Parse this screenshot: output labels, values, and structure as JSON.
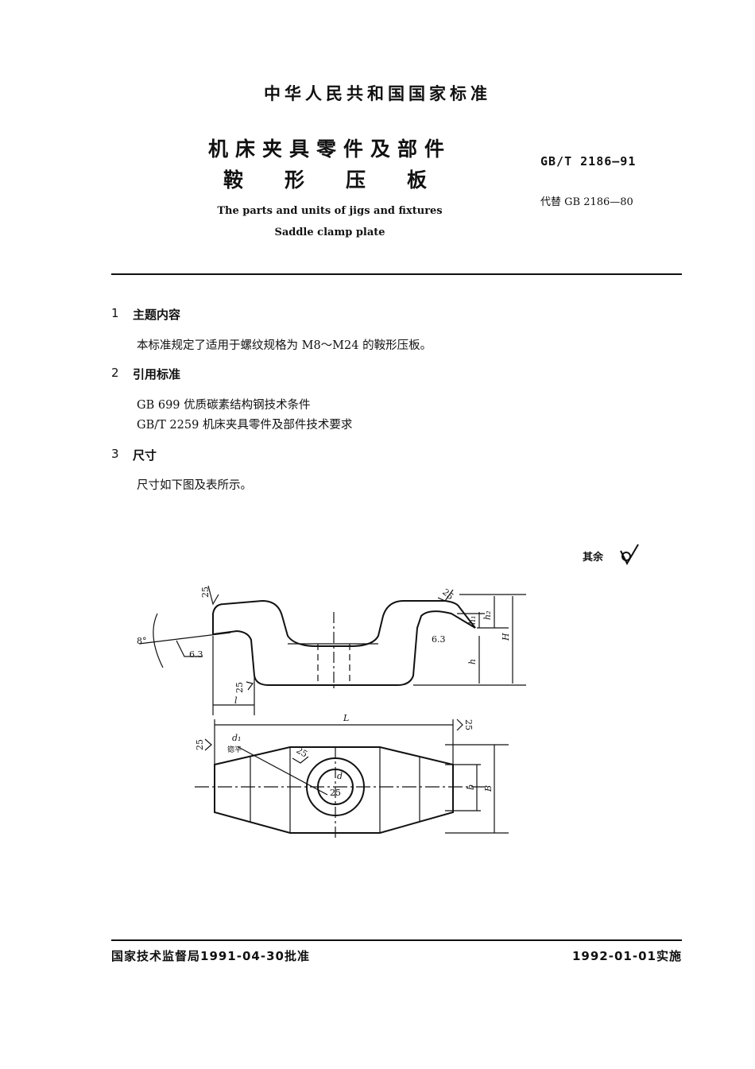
{
  "header": {
    "national_standard": "中华人民共和国国家标准",
    "title_line1": "机床夹具零件及部件",
    "title_line2": "鞍形压板",
    "english_line1": "The parts and units of jigs and fixtures",
    "english_line2": "Saddle clamp plate",
    "standard_number": "GB/T 2186—91",
    "replaces": "代替 GB 2186—80"
  },
  "sections": [
    {
      "num": "1",
      "title": "主题内容",
      "lines": [
        "本标准规定了适用于螺纹规格为 M8～M24 的鞍形压板。"
      ]
    },
    {
      "num": "2",
      "title": "引用标准",
      "lines": [
        "GB 699  优质碳素结构钢技术条件",
        "GB/T 2259  机床夹具零件及部件技术要求"
      ]
    },
    {
      "num": "3",
      "title": "尺寸",
      "lines": [
        "尺寸如下图及表所示。"
      ]
    }
  ],
  "surface_note": "其余",
  "drawing_labels": {
    "angle": "8°",
    "rough_63_left": "6.3",
    "rough_63_right": "6.3",
    "rough_25": "25",
    "h1": "h₁",
    "h2": "h₂",
    "h": "h",
    "H": "H",
    "l": "l",
    "L": "L",
    "d1": "d₁",
    "spotface": "锪平",
    "d": "d",
    "b": "b",
    "B": "B"
  },
  "footer": {
    "approved": "国家技术监督局1991-04-30批准",
    "effective": "1992-01-01实施"
  }
}
